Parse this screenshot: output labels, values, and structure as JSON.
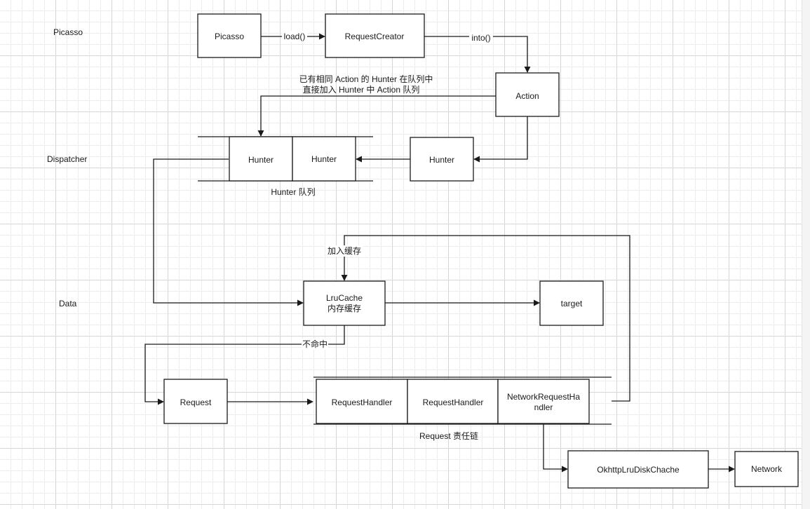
{
  "lanes": {
    "picasso": "Picasso",
    "dispatcher": "Dispatcher",
    "data": "Data"
  },
  "nodes": {
    "picasso": "Picasso",
    "request_creator": "RequestCreator",
    "action": "Action",
    "hunter_queue_1": "Hunter",
    "hunter_queue_2": "Hunter",
    "hunter_new": "Hunter",
    "lrucache_line1": "LruCache",
    "lrucache_line2": "内存缓存",
    "target": "target",
    "request": "Request",
    "request_handler_1": "RequestHandler",
    "request_handler_2": "RequestHandler",
    "network_handler_line1": "NetworkRequestHa",
    "network_handler_line2": "ndler",
    "okhttp_disk_cache": "OkhttpLruDiskChache",
    "network": "Network"
  },
  "edge_labels": {
    "load": "load()",
    "into": "into()",
    "same_action_line1": "已有相同 Action 的 Hunter 在队列中",
    "same_action_line2": "直接加入 Hunter 中 Action 队列",
    "add_cache": "加入缓存",
    "cache_miss": "不命中"
  },
  "captions": {
    "hunter_queue": "Hunter 队列",
    "request_chain": "Request 责任链"
  }
}
